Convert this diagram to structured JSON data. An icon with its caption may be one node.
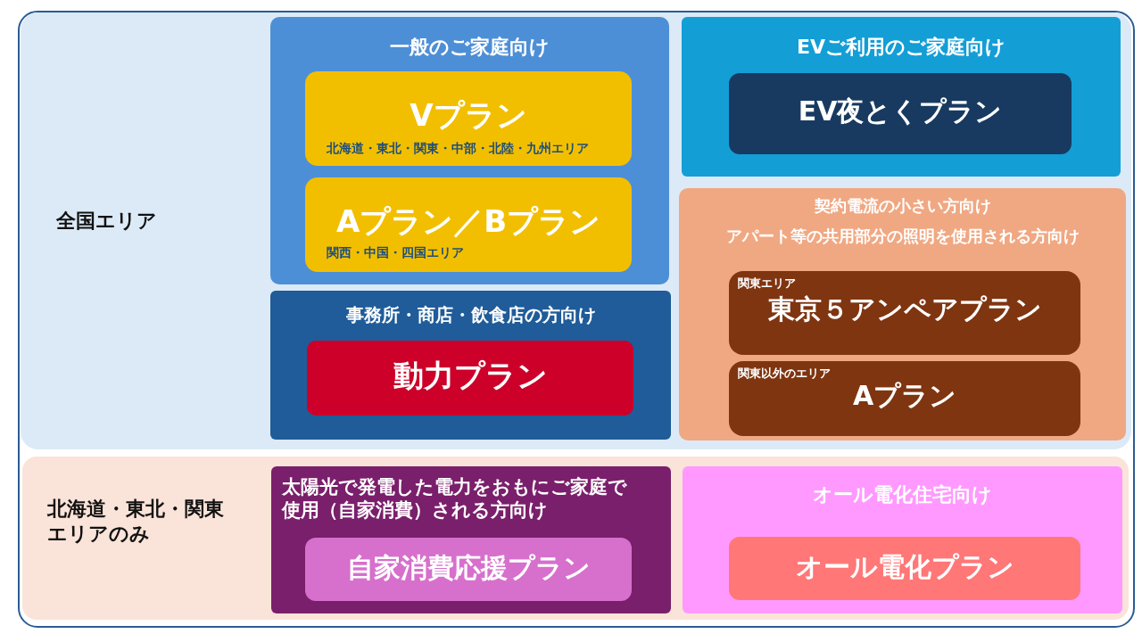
{
  "diagram": {
    "nodes": [
      {
        "text": [
          "全国エリア"
        ]
      },
      {
        "text": [
          "一般のご家庭向け"
        ],
        "in": 0
      },
      {
        "text": [
          "Vプラン",
          "北海道・東北・関東・中部・北陸・九州エリア"
        ],
        "in": 1
      },
      {
        "text": [
          "Aプラン／Bプラン",
          "関西・中国・四国エリア"
        ],
        "in": 1
      },
      {
        "text": [
          "事務所・商店・飲食店の方向け"
        ],
        "in": 0
      },
      {
        "text": [
          "動力プラン"
        ],
        "in": 4
      },
      {
        "text": [
          "EVご利用のご家庭向け"
        ],
        "in": 0
      },
      {
        "text": [
          "EV夜とくプラン"
        ],
        "in": 6
      },
      {
        "text": [
          "契約電流の小さい方向け",
          "アパート等の共用部分の照明を使用される方向け"
        ],
        "in": 0
      },
      {
        "text": [
          "関東エリア",
          "東京５アンペアプラン"
        ],
        "in": 8
      },
      {
        "text": [
          "関東以外のエリア",
          "Aプラン"
        ],
        "in": 8
      },
      {
        "text": [
          "北海道・東北・関東エリアのみ"
        ]
      },
      {
        "text": [
          "太陽光で発電した電力をおもにご家庭で使用（自家消費）される方向け"
        ],
        "in": 11
      },
      {
        "text": [
          "自家消費応援プラン"
        ],
        "in": 12
      },
      {
        "text": [
          "オール電化住宅向け"
        ],
        "in": 11
      },
      {
        "text": [
          "オール電化プラン"
        ],
        "in": 14
      }
    ]
  }
}
